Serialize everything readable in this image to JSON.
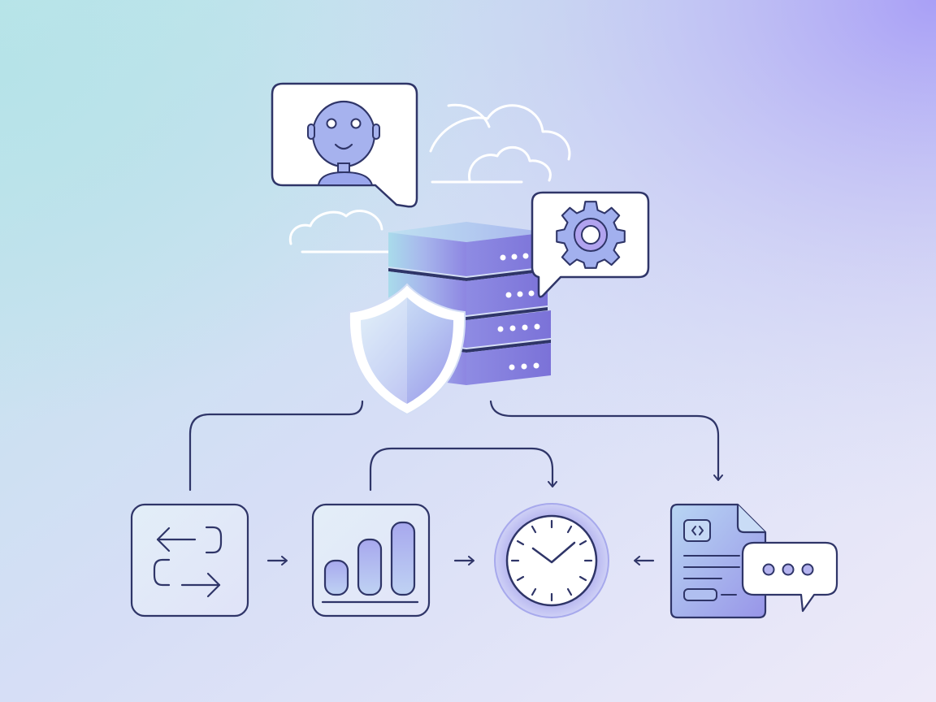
{
  "diagram": {
    "nodes": [
      {
        "id": "ai-agent",
        "kind": "chat-bubble",
        "icon": "robot-icon"
      },
      {
        "id": "settings",
        "kind": "chat-bubble",
        "icon": "gear-icon"
      },
      {
        "id": "server",
        "kind": "server-stack",
        "icon": "server-icon"
      },
      {
        "id": "security",
        "kind": "shield",
        "icon": "shield-icon"
      },
      {
        "id": "transfer",
        "kind": "tile",
        "icon": "transfer-arrows-icon"
      },
      {
        "id": "analytics",
        "kind": "tile",
        "icon": "bar-chart-icon"
      },
      {
        "id": "schedule",
        "kind": "circle",
        "icon": "clock-icon"
      },
      {
        "id": "document",
        "kind": "document",
        "icon": "code-document-icon"
      },
      {
        "id": "message",
        "kind": "chat-bubble",
        "icon": "typing-dots-icon"
      }
    ],
    "edges": [
      {
        "from": "security",
        "to": "transfer"
      },
      {
        "from": "server",
        "to": "document"
      },
      {
        "from": "analytics",
        "to": "schedule"
      },
      {
        "from": "transfer",
        "to": "analytics"
      },
      {
        "from": "analytics",
        "to": "schedule"
      },
      {
        "from": "document",
        "to": "schedule"
      }
    ],
    "colors": {
      "background_start": "#b9e3ea",
      "background_end": "#b4aaf8",
      "accent": "#8f8ee8",
      "outline": "#2f3568",
      "panel": "#ffffff"
    }
  }
}
